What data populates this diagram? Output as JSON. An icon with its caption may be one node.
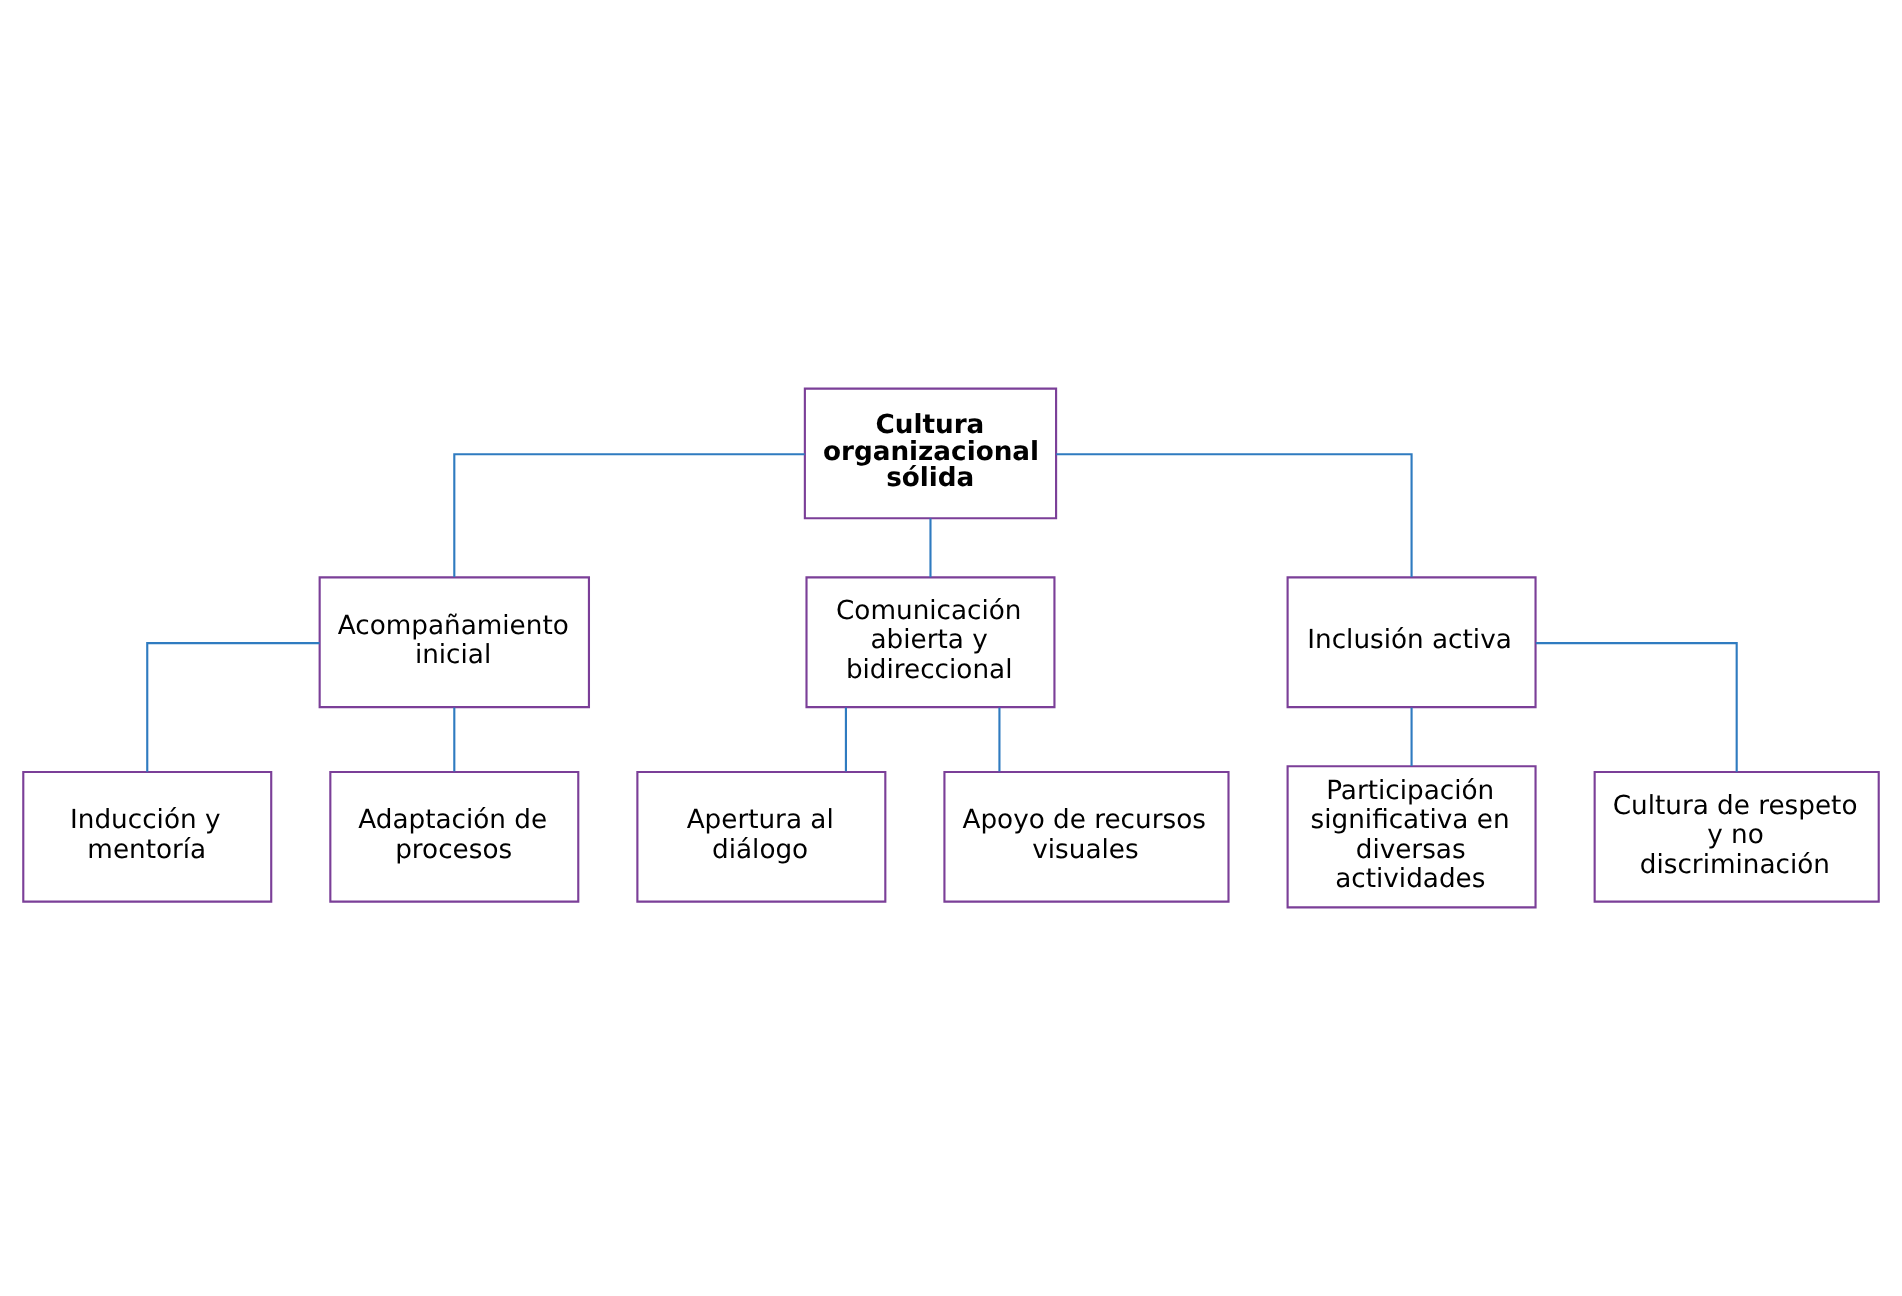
{
  "diagram": {
    "nodes": [
      {
        "text": [
          "Cultura organizacional sólida"
        ]
      },
      {
        "text": [
          "Acompañamiento inicial"
        ]
      },
      {
        "text": [
          "Comunicación abierta y bidireccional"
        ]
      },
      {
        "text": [
          "Inclusión activa"
        ]
      },
      {
        "text": [
          "Inducción y mentoría"
        ]
      },
      {
        "text": [
          "Adaptación de procesos"
        ]
      },
      {
        "text": [
          "Apertura al diálogo"
        ]
      },
      {
        "text": [
          "Apoyo de recursos visuales"
        ]
      },
      {
        "text": [
          "Participación significativa en diversas actividades"
        ]
      },
      {
        "text": [
          "Cultura de respeto y no discriminación"
        ]
      }
    ],
    "edges": [
      {
        "from": 0,
        "to": 1,
        "arrow": "none"
      },
      {
        "from": 0,
        "to": 2,
        "arrow": "none"
      },
      {
        "from": 0,
        "to": 3,
        "arrow": "none"
      },
      {
        "from": 1,
        "to": 4,
        "arrow": "none"
      },
      {
        "from": 1,
        "to": 5,
        "arrow": "none"
      },
      {
        "from": 2,
        "to": 6,
        "arrow": "none"
      },
      {
        "from": 2,
        "to": 7,
        "arrow": "none"
      },
      {
        "from": 3,
        "to": 8,
        "arrow": "none"
      },
      {
        "from": 3,
        "to": 9,
        "arrow": "none"
      }
    ]
  }
}
